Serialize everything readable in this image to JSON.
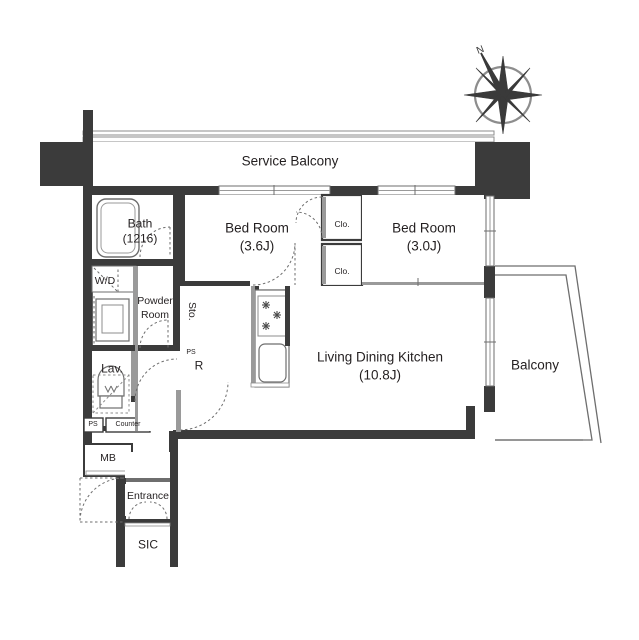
{
  "plan": {
    "type": "apartment-floor-plan",
    "title_visible": false,
    "compass": {
      "label": "N",
      "name": "compass-rose",
      "orientation_deg": -22
    },
    "colors": {
      "wall_dark": "#3b3b3b",
      "wall_mid": "#9a9a9a",
      "line": "#4a4a4a",
      "thin": "#8c8c8c",
      "text": "#231f20",
      "background": "#ffffff",
      "fill": "#ffffff"
    },
    "rooms": [
      {
        "key": "service_balcony",
        "name": "Service Balcony",
        "label": "Service Balcony",
        "size": ""
      },
      {
        "key": "bath",
        "name": "Bath",
        "label": "Bath",
        "size": "(1216)"
      },
      {
        "key": "bed_room_1",
        "name": "Bed Room",
        "label": "Bed Room",
        "size": "(3.6J)"
      },
      {
        "key": "bed_room_2",
        "name": "Bed Room",
        "label": "Bed Room",
        "size": "(3.0J)"
      },
      {
        "key": "ldk",
        "name": "Living Dining Kitchen",
        "label": "Living Dining Kitchen",
        "size": "(10.8J)"
      },
      {
        "key": "balcony",
        "name": "Balcony",
        "label": "Balcony",
        "size": ""
      },
      {
        "key": "powder_room",
        "name": "Powder Room",
        "label_line1": "Powder",
        "label_line2": "Room",
        "size": ""
      },
      {
        "key": "lavatory",
        "name": "Lavatory",
        "label": "Lav.",
        "size": ""
      },
      {
        "key": "entrance",
        "name": "Entrance",
        "label": "Entrance",
        "size": ""
      },
      {
        "key": "sic",
        "name": "Shoes In Closet",
        "label": "SIC",
        "size": ""
      }
    ],
    "fixtures": [
      {
        "key": "washer_dryer",
        "label": "W/D"
      },
      {
        "key": "storage",
        "label": "Sto."
      },
      {
        "key": "pipe_shaft_upper",
        "label": "PS"
      },
      {
        "key": "pipe_shaft_lower",
        "label": "PS"
      },
      {
        "key": "refrigerator",
        "label": "R"
      },
      {
        "key": "counter",
        "label": "Counter"
      },
      {
        "key": "meter_box",
        "label": "MB"
      },
      {
        "key": "closet_upper",
        "label": "Clo."
      },
      {
        "key": "closet_lower",
        "label": "Clo."
      }
    ]
  }
}
